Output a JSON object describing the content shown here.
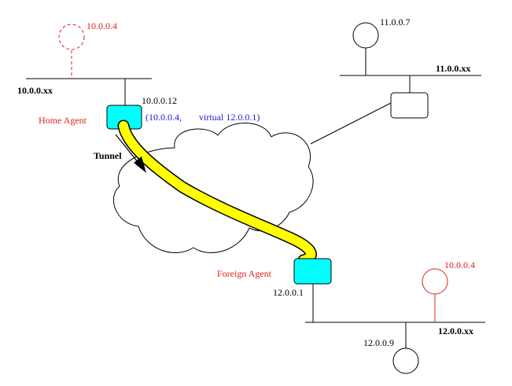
{
  "colors": {
    "line": "#000000",
    "host_red": "#e02020",
    "label_red": "#e02020",
    "label_blue": "#1a1ad8",
    "agent_fill": "#00ffff",
    "tunnel_fill": "#ffff00"
  },
  "labels": {
    "home_ghost_ip": "10.0.0.4",
    "home_net": "10.0.0.xx",
    "home_agent_ip": "10.0.0.12",
    "home_agent_name": "Home Agent",
    "binding_open": "(10.0.0.4,",
    "binding_virtual": "virtual 12.0.0.1)",
    "tunnel": "Tunnel",
    "host_11_ip": "11.0.0.7",
    "net_11": "11.0.0.xx",
    "foreign_agent_name": "Foreign Agent",
    "foreign_agent_ip": "12.0.0.1",
    "mobile_ip": "10.0.0.4",
    "net_12": "12.0.0.xx",
    "host_12_ip": "12.0.0.9"
  }
}
